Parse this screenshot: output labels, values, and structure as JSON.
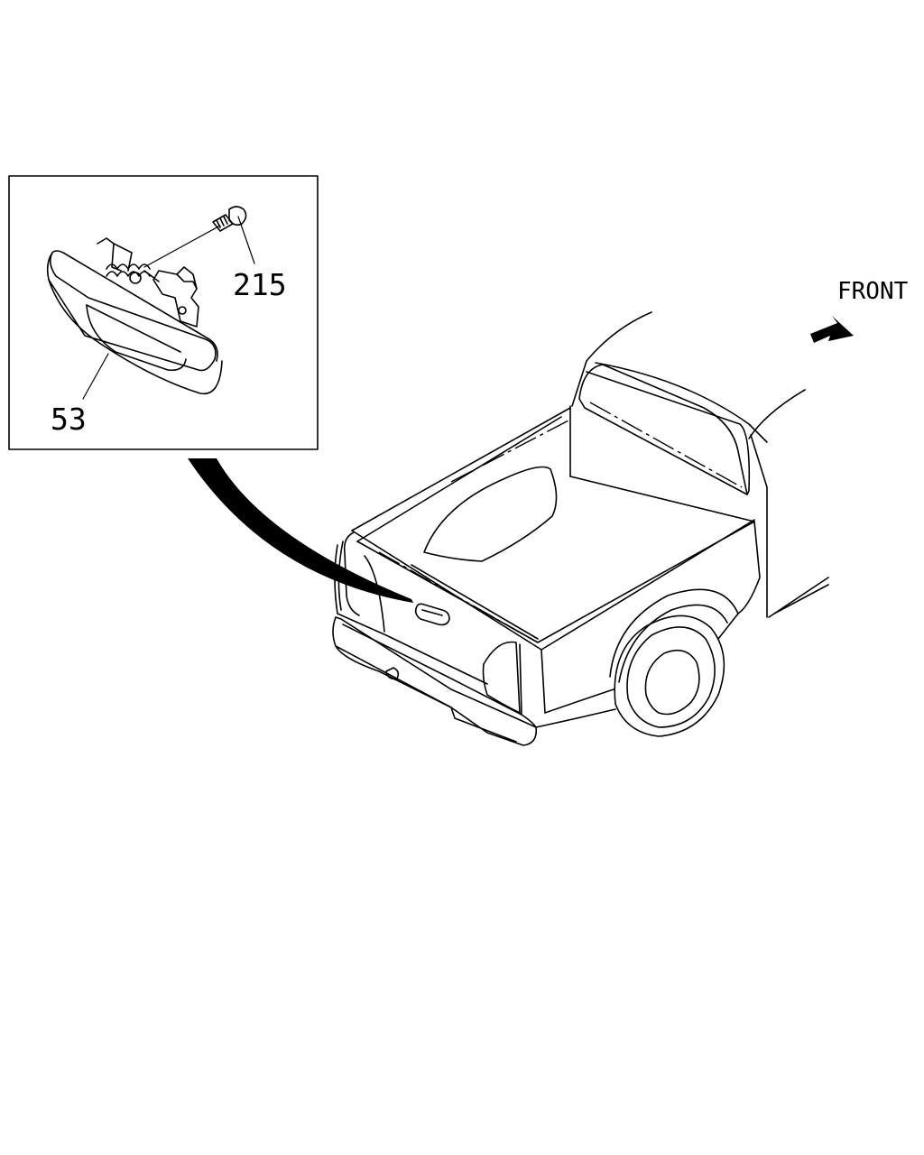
{
  "inset": {
    "callouts": [
      {
        "id": "handle",
        "label": "53"
      },
      {
        "id": "screw",
        "label": "215"
      }
    ]
  },
  "direction": {
    "label": "FRONT"
  }
}
